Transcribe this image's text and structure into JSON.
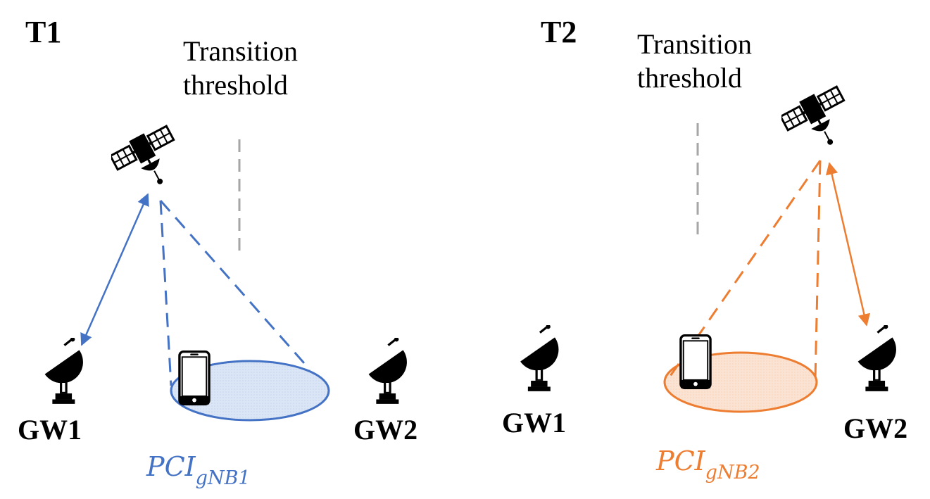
{
  "panels": [
    {
      "id": "t1",
      "title": "T1",
      "threshold_line1": "Transition",
      "threshold_line2": "threshold",
      "gw1": "GW1",
      "gw2": "GW2",
      "pci_main": "PCI",
      "pci_sub": "gNB1",
      "color": "#4472C4",
      "fill": "#DAE5F5"
    },
    {
      "id": "t2",
      "title": "T2",
      "threshold_line1": "Transition",
      "threshold_line2": "threshold",
      "gw1": "GW1",
      "gw2": "GW2",
      "pci_main": "PCI",
      "pci_sub": "gNB2",
      "color": "#ED7D31",
      "fill": "#FBE3D3"
    }
  ],
  "icons": {
    "satellite": "satellite-icon",
    "gateway": "satellite-dish-icon",
    "ue": "smartphone-icon"
  },
  "colors": {
    "threshold_line": "#A6A6A6",
    "icon": "#000000"
  }
}
